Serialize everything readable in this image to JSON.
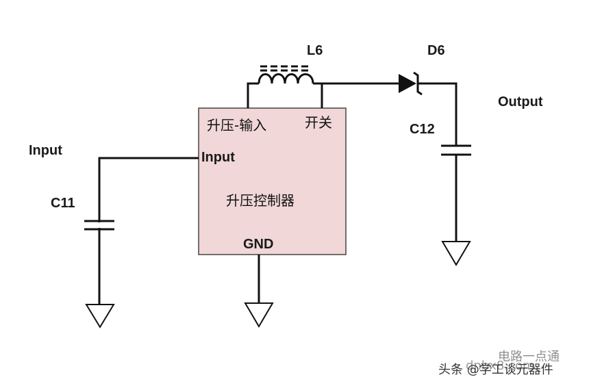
{
  "labels": {
    "input_left": "Input",
    "c11": "C11",
    "l6": "L6",
    "d6": "D6",
    "output": "Output",
    "c12": "C12",
    "chip_boost_input": "升压-输入",
    "chip_switch": "开关",
    "chip_input": "Input",
    "chip_name": "升压控制器",
    "chip_gnd": "GND"
  },
  "watermark": {
    "line1": "电路一点通",
    "line2": "头条 @学工谈元器件",
    "line3": "dnbx8.com"
  },
  "colors": {
    "chip_fill": "#f1d7d7",
    "wire": "#111111"
  }
}
